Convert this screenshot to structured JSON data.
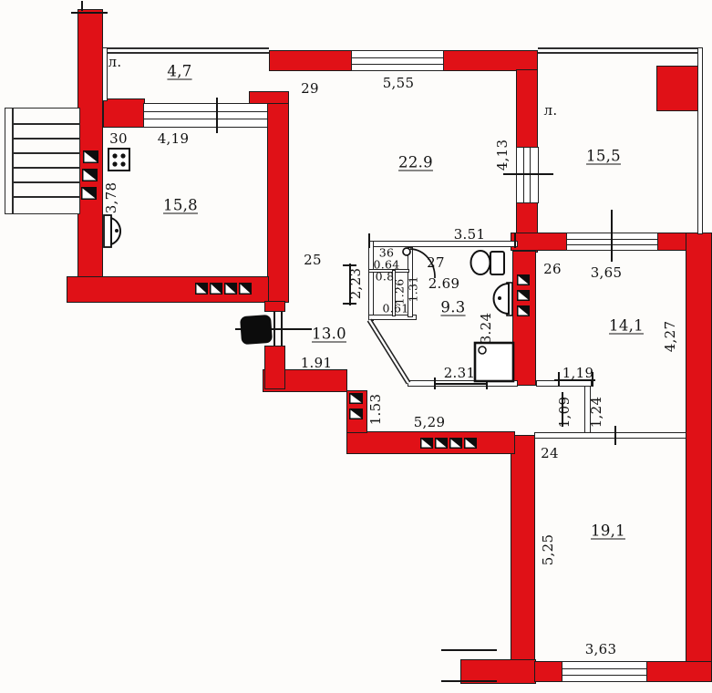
{
  "colors": {
    "wall_red": "#e01117",
    "line": "#1b1b1b",
    "paper": "#fdfcfa"
  },
  "fixtures": [
    "stove-icon",
    "kitchen-sink-icon",
    "toilet-icon",
    "washbasin-icon",
    "shower-tray-icon",
    "entry-door-icon",
    "door-swing-arc-icon",
    "vent-marker-icon",
    "staircase"
  ],
  "labels": {
    "lift_left": "л.",
    "area_loggia_left": "4,7",
    "num_kitchen": "30",
    "dim_kitchen_w": "4,19",
    "area_kitchen": "15,8",
    "dim_kitchen_h": "3,78",
    "num_living": "29",
    "dim_living_w": "5,55",
    "area_living": "22.9",
    "dim_loggia_right_h": "4,13",
    "lift_right": "л.",
    "area_loggia_right": "15,5",
    "dim_bath_block_w": "3.51",
    "num_closet": "36",
    "dim_closet_1": "0.64",
    "dim_closet_2": "0.8",
    "dim_closet_3": "1.26",
    "dim_closet_door": "1.31",
    "dim_closet_4": "0.61",
    "num_bath": "27",
    "dim_bath_w": "2.69",
    "area_bath": "9.3",
    "dim_shower_h": "3.24",
    "dim_shower_w": "2.31",
    "num_hall": "25",
    "dim_hall_h": "2,23",
    "area_hall": "13.0",
    "dim_hall_door": "1.91",
    "num_room_right": "26",
    "dim_room_right_w": "3,65",
    "area_room_right": "14,1",
    "dim_room_right_h": "4,27",
    "dim_vest_w": "1,19",
    "dim_vest_h1": "1,09",
    "dim_vest_h2": "1,24",
    "num_vest": "24",
    "dim_corr_h": "1.53",
    "dim_corr_w": "5,29",
    "area_bedroom": "19,1",
    "dim_bedroom_h": "5,25",
    "dim_bedroom_w": "3,63"
  }
}
